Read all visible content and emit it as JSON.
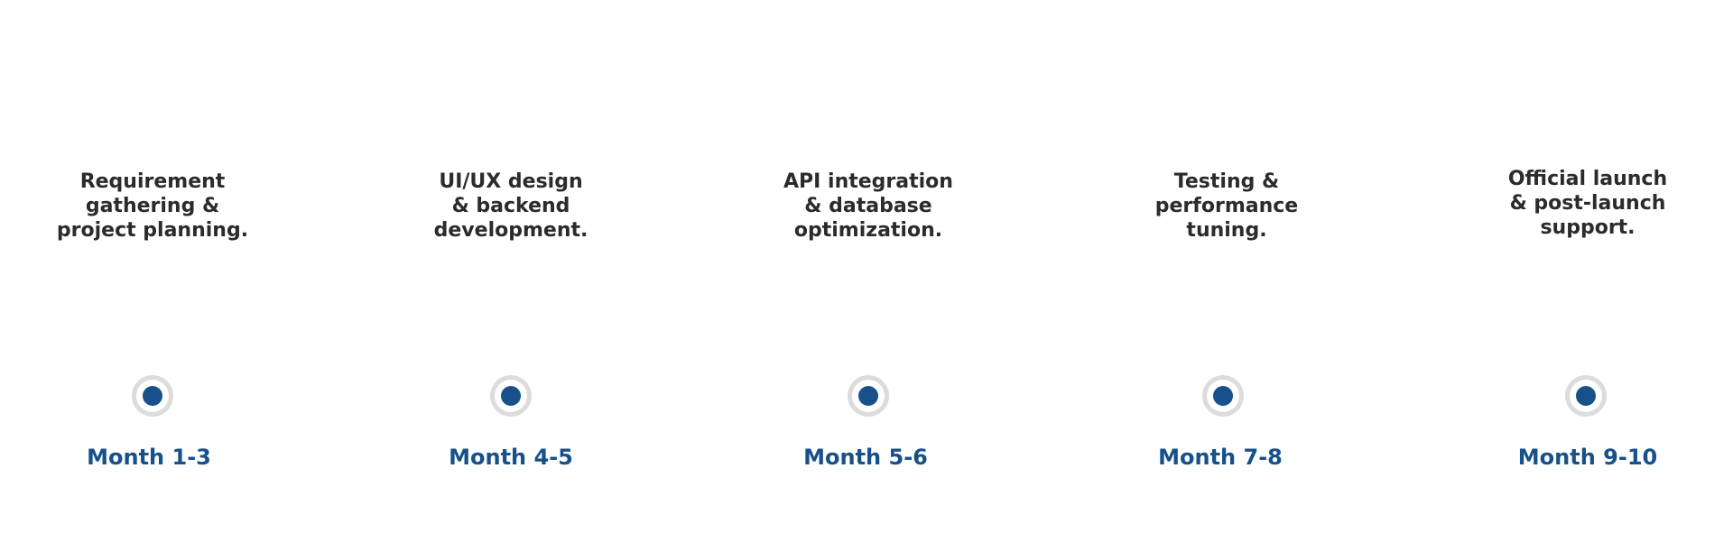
{
  "colors": {
    "accent": "#17508a",
    "text": "#2b2b2b",
    "ring": "#dcdcdc",
    "background": "#ffffff"
  },
  "milestones": [
    {
      "description": "Requirement\ngathering &\nproject planning.",
      "period": "Month 1-3"
    },
    {
      "description": "UI/UX design\n& backend\ndevelopment.",
      "period": "Month 4-5"
    },
    {
      "description": "API integration\n& database\noptimization.",
      "period": "Month 5-6"
    },
    {
      "description": "Testing &\nperformance\ntuning.",
      "period": "Month 7-8"
    },
    {
      "description": "Official launch\n& post-launch\nsupport.",
      "period": "Month 9-10"
    }
  ]
}
